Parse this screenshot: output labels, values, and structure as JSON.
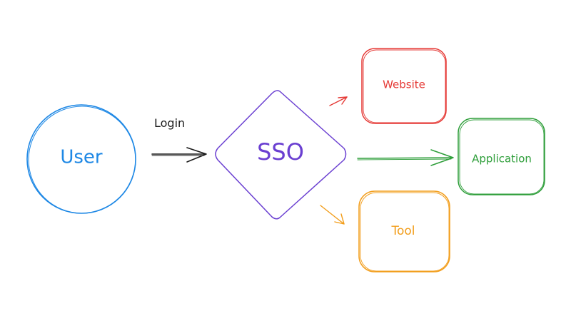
{
  "diagram": {
    "nodes": {
      "user": {
        "label": "User",
        "shape": "circle",
        "color": "#1e88e5"
      },
      "sso": {
        "label": "SSO",
        "shape": "diamond",
        "color": "#6a3fd1"
      },
      "website": {
        "label": "Website",
        "shape": "rounded-rect",
        "color": "#e53935"
      },
      "application": {
        "label": "Application",
        "shape": "rounded-rect",
        "color": "#2e9e3a"
      },
      "tool": {
        "label": "Tool",
        "shape": "rounded-rect",
        "color": "#f29d1a"
      }
    },
    "edges": [
      {
        "from": "User",
        "to": "SSO",
        "label": "Login",
        "color": "#1a1a1a"
      },
      {
        "from": "SSO",
        "to": "Website",
        "label": "",
        "color": "#e53935"
      },
      {
        "from": "SSO",
        "to": "Application",
        "label": "",
        "color": "#2e9e3a"
      },
      {
        "from": "SSO",
        "to": "Tool",
        "label": "",
        "color": "#f29d1a"
      }
    ]
  }
}
